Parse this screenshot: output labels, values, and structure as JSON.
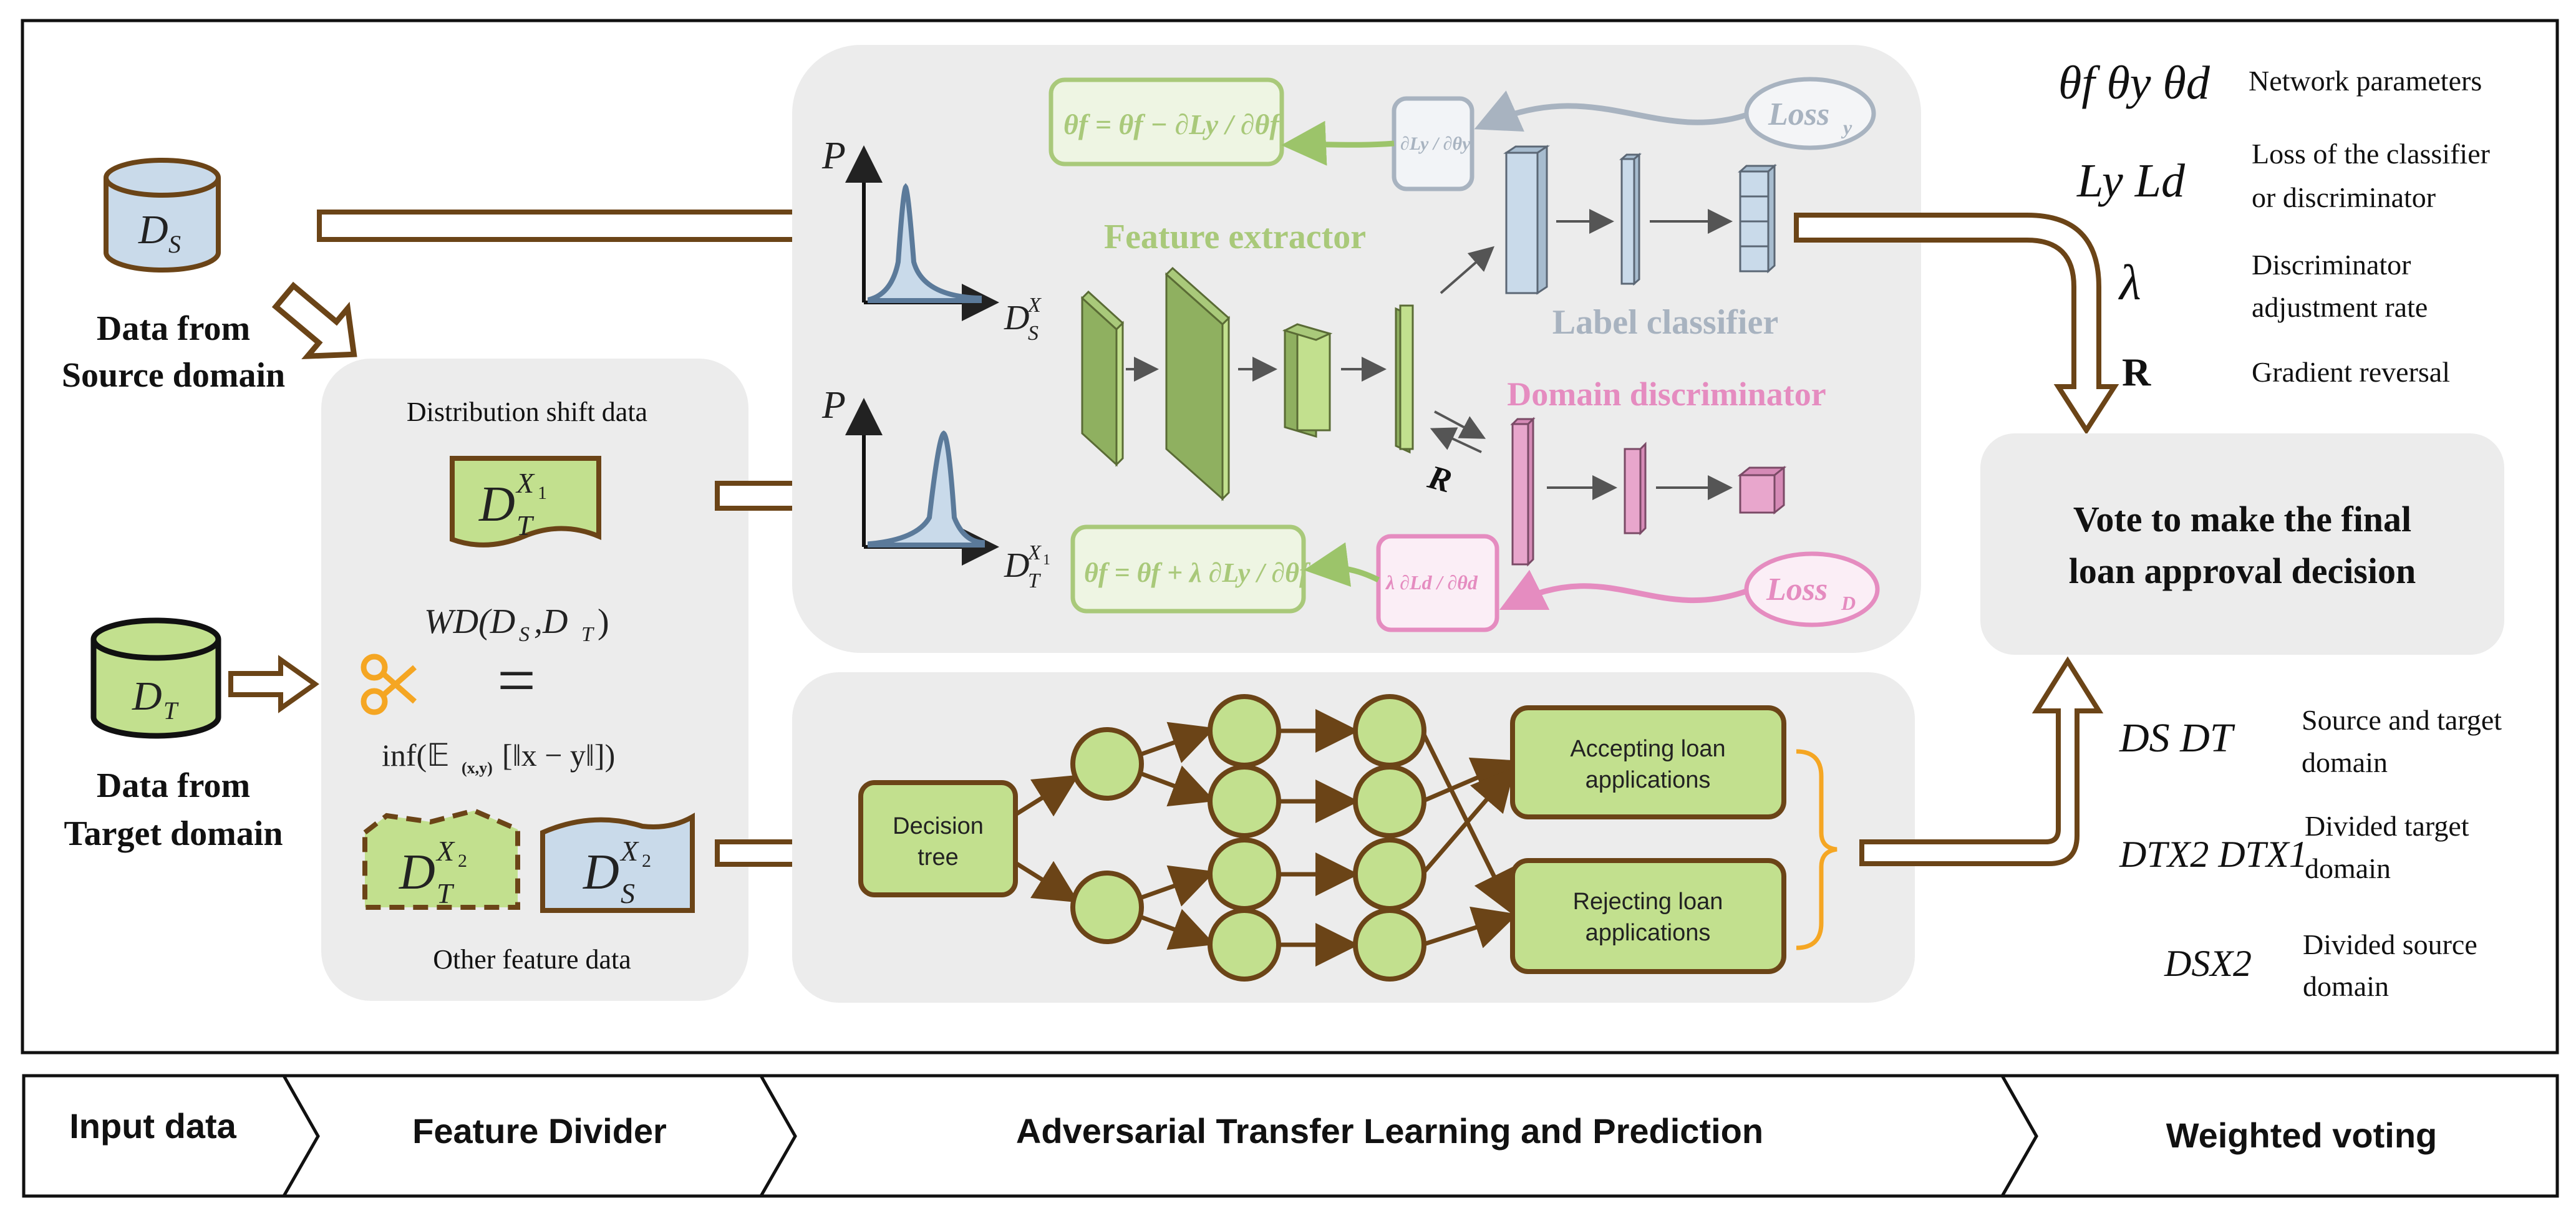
{
  "input": {
    "source_symbol": "D",
    "source_sub": "S",
    "source_label_1": "Data from",
    "source_label_2": "Source domain",
    "target_symbol": "D",
    "target_sub": "T",
    "target_label_1": "Data from",
    "target_label_2": "Target domain"
  },
  "divider": {
    "top_label": "Distribution shift data",
    "doc_main": "D",
    "doc_sub": "T",
    "doc_sup": "X",
    "doc_sup_sub": "1",
    "wd_formula": "WD(D",
    "wd_s": "S",
    "wd_mid": ",D",
    "wd_t": "T",
    "wd_end": ")",
    "equals": "=",
    "inf_formula": "inf(𝔼",
    "inf_sub": "(x,y)",
    "inf_rest": "[‖x − y‖])",
    "doc2_main": "D",
    "doc2_sub": "T",
    "doc2_sup": "X",
    "doc2_sup_sub": "2",
    "doc3_main": "D",
    "doc3_sub": "S",
    "doc3_sup": "X",
    "doc3_sup_sub": "2",
    "bottom_label": "Other feature data"
  },
  "adversarial": {
    "axis_p": "P",
    "dist1_label": "D",
    "dist1_sub": "S",
    "dist1_sup": "X",
    "dist2_label": "D",
    "dist2_sub": "T",
    "dist2_sup": "X",
    "dist2_sup_sub": "1",
    "feature_extractor": "Feature extractor",
    "label_classifier": "Label classifier",
    "domain_discriminator": "Domain discriminator",
    "reversal": "R",
    "update_top": "θf = θf − ∂Ly / ∂θf",
    "update_bottom": "θf = θf + λ ∂Ly / ∂θf",
    "grad_y": "∂Ly / ∂θy",
    "grad_d": "λ ∂Ld / ∂θd",
    "loss_y": "Loss",
    "loss_y_sub": "y",
    "loss_d": "Loss",
    "loss_d_sub": "D"
  },
  "tree": {
    "decision_tree_1": "Decision",
    "decision_tree_2": "tree",
    "accept_1": "Accepting loan",
    "accept_2": "applications",
    "reject_1": "Rejecting loan",
    "reject_2": "applications"
  },
  "vote": {
    "line1": "Vote to make the final",
    "line2": "loan approval decision"
  },
  "legend": {
    "params_symbol": "θf θy θd",
    "params_text": "Network parameters",
    "loss_symbol": "Ly Ld",
    "loss_text_1": "Loss of the classifier",
    "loss_text_2": "or discriminator",
    "lambda_symbol": "λ",
    "lambda_text_1": "Discriminator",
    "lambda_text_2": "adjustment rate",
    "r_symbol": "R",
    "r_text": "Gradient reversal",
    "ds_dt_symbol": "DS DT",
    "ds_dt_text_1": "Source and target",
    "ds_dt_text_2": "domain",
    "divided_t_symbol": "DTX2 DTX1",
    "divided_t_text_1": "Divided target",
    "divided_t_text_2": "domain",
    "divided_s_symbol": "DSX2",
    "divided_s_text_1": "Divided source",
    "divided_s_text_2": "domain"
  },
  "pipeline": {
    "stage1": "Input data",
    "stage2": "Feature Divider",
    "stage3": "Adversarial Transfer Learning and Prediction",
    "stage4": "Weighted voting"
  },
  "colors": {
    "brown": "#6b4417",
    "green_fill": "#c2e08e",
    "green_text": "#a9c97a",
    "blue_fill": "#c9daea",
    "pink": "#e58cc0",
    "gray_blue": "#a8b3c0",
    "orange": "#f5a623",
    "panel": "#ececec"
  }
}
